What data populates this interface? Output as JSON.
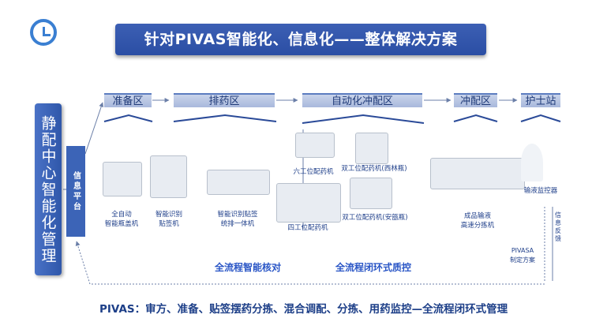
{
  "title": "针对PIVAS智能化、信息化——整体解决方案",
  "side_title": "静配中心智能化管理",
  "info_platform": "信息平台",
  "stages": [
    "准备区",
    "排药区",
    "自动化冲配区",
    "冲配区",
    "护士站"
  ],
  "machines": {
    "capper": "全自动\n智能瓶盖机",
    "labeler": "智能识别\n贴签机",
    "sorter": "智能识别贴签\n统排一体机",
    "six_station": "六工位配药机",
    "dual_xilin": "双工位配药机(西林瓶)",
    "dual_ampoule": "双工位配药机(安瓿瓶)",
    "four_station": "四工位配药机",
    "conveyor": "成品输液\n高速分拣机",
    "monitor": "输液监控器"
  },
  "feedback": "信息反馈",
  "pivasa": "PIVASA\n制定方案",
  "check_text": "全流程智能核对",
  "qc_text": "全流程闭环式质控",
  "bottom_text": "PIVAS：审方、准备、贴签摆药分拣、混合调配、分拣、用药监控—全流程闭环式管理",
  "colors": {
    "primary": "#3c5fb4",
    "accent": "#2a56c6"
  }
}
